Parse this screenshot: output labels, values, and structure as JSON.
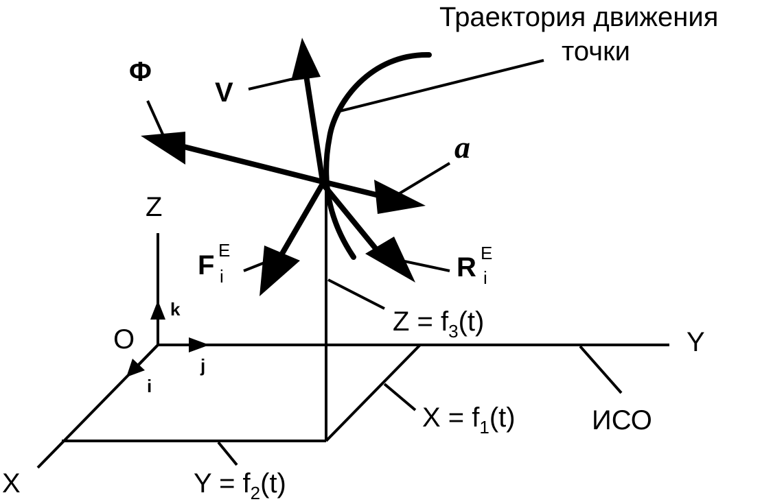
{
  "labels": {
    "trajectory_line1": "Траектория движения",
    "trajectory_line2": "точки",
    "phi": "Φ",
    "v": "V",
    "a": "a",
    "z_axis": "Z",
    "y_axis": "Y",
    "x_axis": "X",
    "origin": "O",
    "unit_i": "i",
    "unit_j": "j",
    "unit_k": "k",
    "f_main": "F",
    "f_sub": "i",
    "f_sup": "E",
    "r_main": "R",
    "r_sub": "i",
    "r_sup": "E",
    "z_eq_pre": "Z = f",
    "z_eq_sub": "3",
    "z_eq_post": "(t)",
    "x_eq_pre": "X = f",
    "x_eq_sub": "1",
    "x_eq_post": "(t)",
    "y_eq_pre": "Y = f",
    "y_eq_sub": "2",
    "y_eq_post": "(t)",
    "iso": "ИСО"
  }
}
